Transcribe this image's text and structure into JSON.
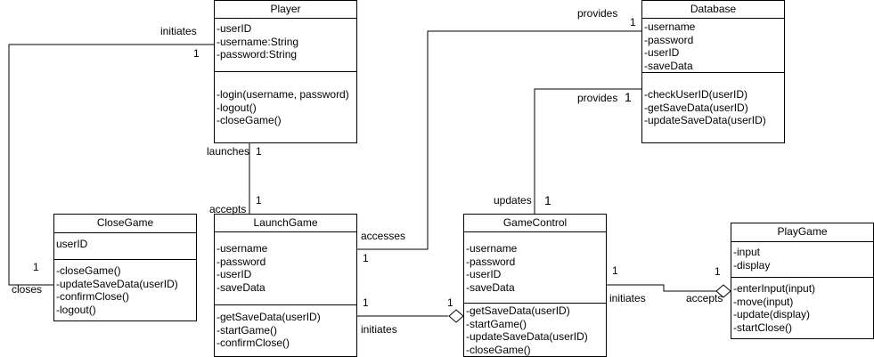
{
  "classes": {
    "player": {
      "name": "Player",
      "attributes": [
        "-userID",
        "-username:String",
        "-password:String"
      ],
      "operations": [
        "-login(username, password)",
        "-logout()",
        "-closeGame()"
      ]
    },
    "database": {
      "name": "Database",
      "attributes": [
        "-username",
        "-password",
        "-userID",
        "-saveData"
      ],
      "operations": [
        "-checkUserID(userID)",
        "-getSaveData(userID)",
        "-updateSaveData(userID)"
      ]
    },
    "closegame": {
      "name": "CloseGame",
      "attributes": [
        "userID"
      ],
      "operations": [
        "-closeGame()",
        "-updateSaveData(userID)",
        "-confirmClose()",
        "-logout()"
      ]
    },
    "launchgame": {
      "name": "LaunchGame",
      "attributes": [
        "-username",
        "-password",
        "-userID",
        "-saveData"
      ],
      "operations": [
        "-getSaveData(userID)",
        "-startGame()",
        "-confirmClose()"
      ]
    },
    "gamecontrol": {
      "name": "GameControl",
      "attributes": [
        "-username",
        "-password",
        "-userID",
        "-saveData"
      ],
      "operations": [
        "-getSaveData(userID)",
        "-startGame()",
        "-updateSaveData(userID)",
        "-closeGame()"
      ]
    },
    "playgame": {
      "name": "PlayGame",
      "attributes": [
        "-input",
        "-display"
      ],
      "operations": [
        "-enterInput(input)",
        "-move(input)",
        "-update(display)",
        "-startClose()"
      ]
    }
  },
  "labels": {
    "initiates_player": "initiates",
    "mult_player_closegame_1": "1",
    "mult_closegame_1": "1",
    "closes": "closes",
    "provides_top": "provides",
    "mult_db_top": "1",
    "provides_mid": "provides",
    "mult_db_mid": "1",
    "launches": "launches",
    "mult_launches": "1",
    "accepts_launch": "accepts",
    "mult_accepts_launch": "1",
    "accesses": "accesses",
    "mult_accesses": "1",
    "updates": "updates",
    "mult_updates": "1",
    "mult_lg_gc_left": "1",
    "mult_lg_gc_right": "1",
    "initiates_lg": "initiates",
    "mult_gc_pg_left": "1",
    "initiates_gc": "initiates",
    "mult_gc_pg_right": "1",
    "accepts_pg": "accepts"
  }
}
